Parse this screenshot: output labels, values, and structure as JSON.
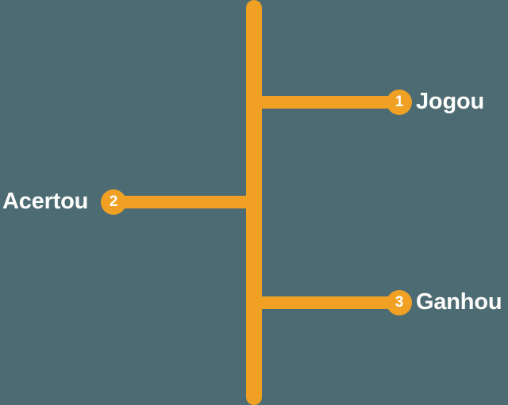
{
  "diagram": {
    "type": "vertical-branch-timeline",
    "background_color": "#4d6b72",
    "accent_color": "#f0a124",
    "label_color": "#fdfdfb",
    "trunk": {
      "name": "vertical-trunk-line",
      "orientation": "vertical",
      "rounded_caps": true
    },
    "nodes": [
      {
        "number": "1",
        "label": "Jogou",
        "side": "right"
      },
      {
        "number": "2",
        "label": "Acertou",
        "side": "left"
      },
      {
        "number": "3",
        "label": "Ganhou",
        "side": "right"
      }
    ]
  }
}
